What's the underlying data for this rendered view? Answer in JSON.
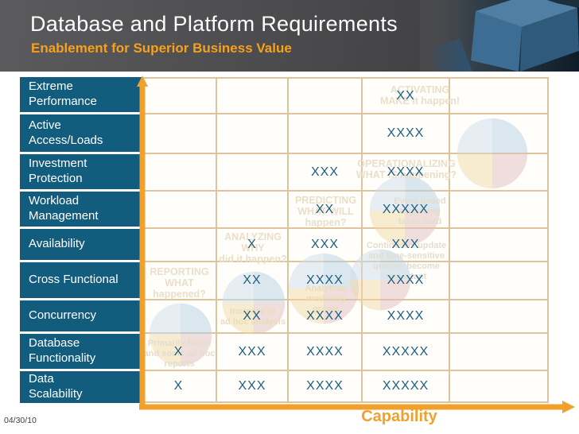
{
  "slide": {
    "title": "Database and Platform Requirements",
    "subtitle": "Enablement for Superior Business Value",
    "footer_date": "04/30/10",
    "axis_label": "Capability"
  },
  "matrix": {
    "rows": [
      {
        "label_lines": [
          "Extreme",
          "Performance"
        ],
        "cells": [
          "",
          "",
          "",
          "XX",
          ""
        ]
      },
      {
        "label_lines": [
          "Active",
          "Access/Loads"
        ],
        "cells": [
          "",
          "",
          "",
          "XXXX",
          ""
        ]
      },
      {
        "label_lines": [
          "Investment",
          "Protection"
        ],
        "cells": [
          "",
          "",
          "XXX",
          "XXXX",
          ""
        ]
      },
      {
        "label_lines": [
          "Workload",
          "Management"
        ],
        "cells": [
          "",
          "",
          "XX",
          "XXXXX",
          ""
        ]
      },
      {
        "label_lines": [
          "Availability"
        ],
        "cells": [
          "",
          "X",
          "XXX",
          "XXX",
          ""
        ]
      },
      {
        "label_lines": [
          "Cross Functional"
        ],
        "cells": [
          "",
          "XX",
          "XXXX",
          "XXXX",
          ""
        ]
      },
      {
        "label_lines": [
          "Concurrency"
        ],
        "cells": [
          "",
          "XX",
          "XXXX",
          "XXXX",
          ""
        ]
      },
      {
        "label_lines": [
          "Database",
          "Functionality"
        ],
        "cells": [
          "X",
          "XXX",
          "XXXX",
          "XXXXX",
          ""
        ]
      },
      {
        "label_lines": [
          "Data",
          "Scalability"
        ],
        "cells": [
          "X",
          "XXX",
          "XXXX",
          "XXXXX",
          ""
        ]
      }
    ]
  },
  "watermarks": {
    "stages": [
      {
        "lines": [
          "REPORTING",
          "WHAT",
          "happened?"
        ]
      },
      {
        "lines": [
          "ANALYZING",
          "WHY",
          "did it happen?"
        ]
      },
      {
        "lines": [
          "PREDICTING",
          "WHAT WILL",
          "happen?"
        ]
      },
      {
        "lines": [
          "OPERATIONALIZING",
          "WHAT IS happening?"
        ]
      },
      {
        "lines": [
          "ACTIVATING",
          "MAKE it happen!"
        ]
      }
    ],
    "notes": [
      {
        "lines": [
          "Primarily batch",
          "and some ad hoc",
          "reports"
        ]
      },
      {
        "lines": [
          "Increase in",
          "ad hoc analysis"
        ]
      },
      {
        "lines": [
          "Analytical",
          "modeling",
          "grows"
        ]
      },
      {
        "lines": [
          "Continuous update",
          "and time-sensitive",
          "queries become",
          "important"
        ]
      },
      {
        "lines": [
          "Event-based",
          "triggering",
          "takes hold"
        ]
      }
    ]
  },
  "colors": {
    "accent_orange": "#F1A02C",
    "subtitle_orange": "#F6A01C",
    "label_teal": "#125C7E",
    "mark_teal": "#1D5E82",
    "grid_tan": "#DDC49C",
    "header_gray": "#49494B"
  },
  "chart_data": {
    "type": "table",
    "title": "Database and Platform Requirements",
    "subtitle": "Enablement for Superior Business Value",
    "xlabel": "Capability",
    "row_labels": [
      "Extreme Performance",
      "Active Access/Loads",
      "Investment Protection",
      "Workload Management",
      "Availability",
      "Cross Functional",
      "Concurrency",
      "Database Functionality",
      "Data Scalability"
    ],
    "columns": [
      "REPORTING",
      "ANALYZING",
      "PREDICTING",
      "OPERATIONALIZING",
      "ACTIVATING"
    ],
    "values": [
      [
        "",
        "",
        "",
        "XX",
        ""
      ],
      [
        "",
        "",
        "",
        "XXXX",
        ""
      ],
      [
        "",
        "",
        "XXX",
        "XXXX",
        ""
      ],
      [
        "",
        "",
        "XX",
        "XXXXX",
        ""
      ],
      [
        "",
        "X",
        "XXX",
        "XXX",
        ""
      ],
      [
        "",
        "XX",
        "XXXX",
        "XXXX",
        ""
      ],
      [
        "",
        "XX",
        "XXXX",
        "XXXX",
        ""
      ],
      [
        "X",
        "XXX",
        "XXXX",
        "XXXXX",
        ""
      ],
      [
        "X",
        "XXX",
        "XXXX",
        "XXXXX",
        ""
      ]
    ]
  }
}
